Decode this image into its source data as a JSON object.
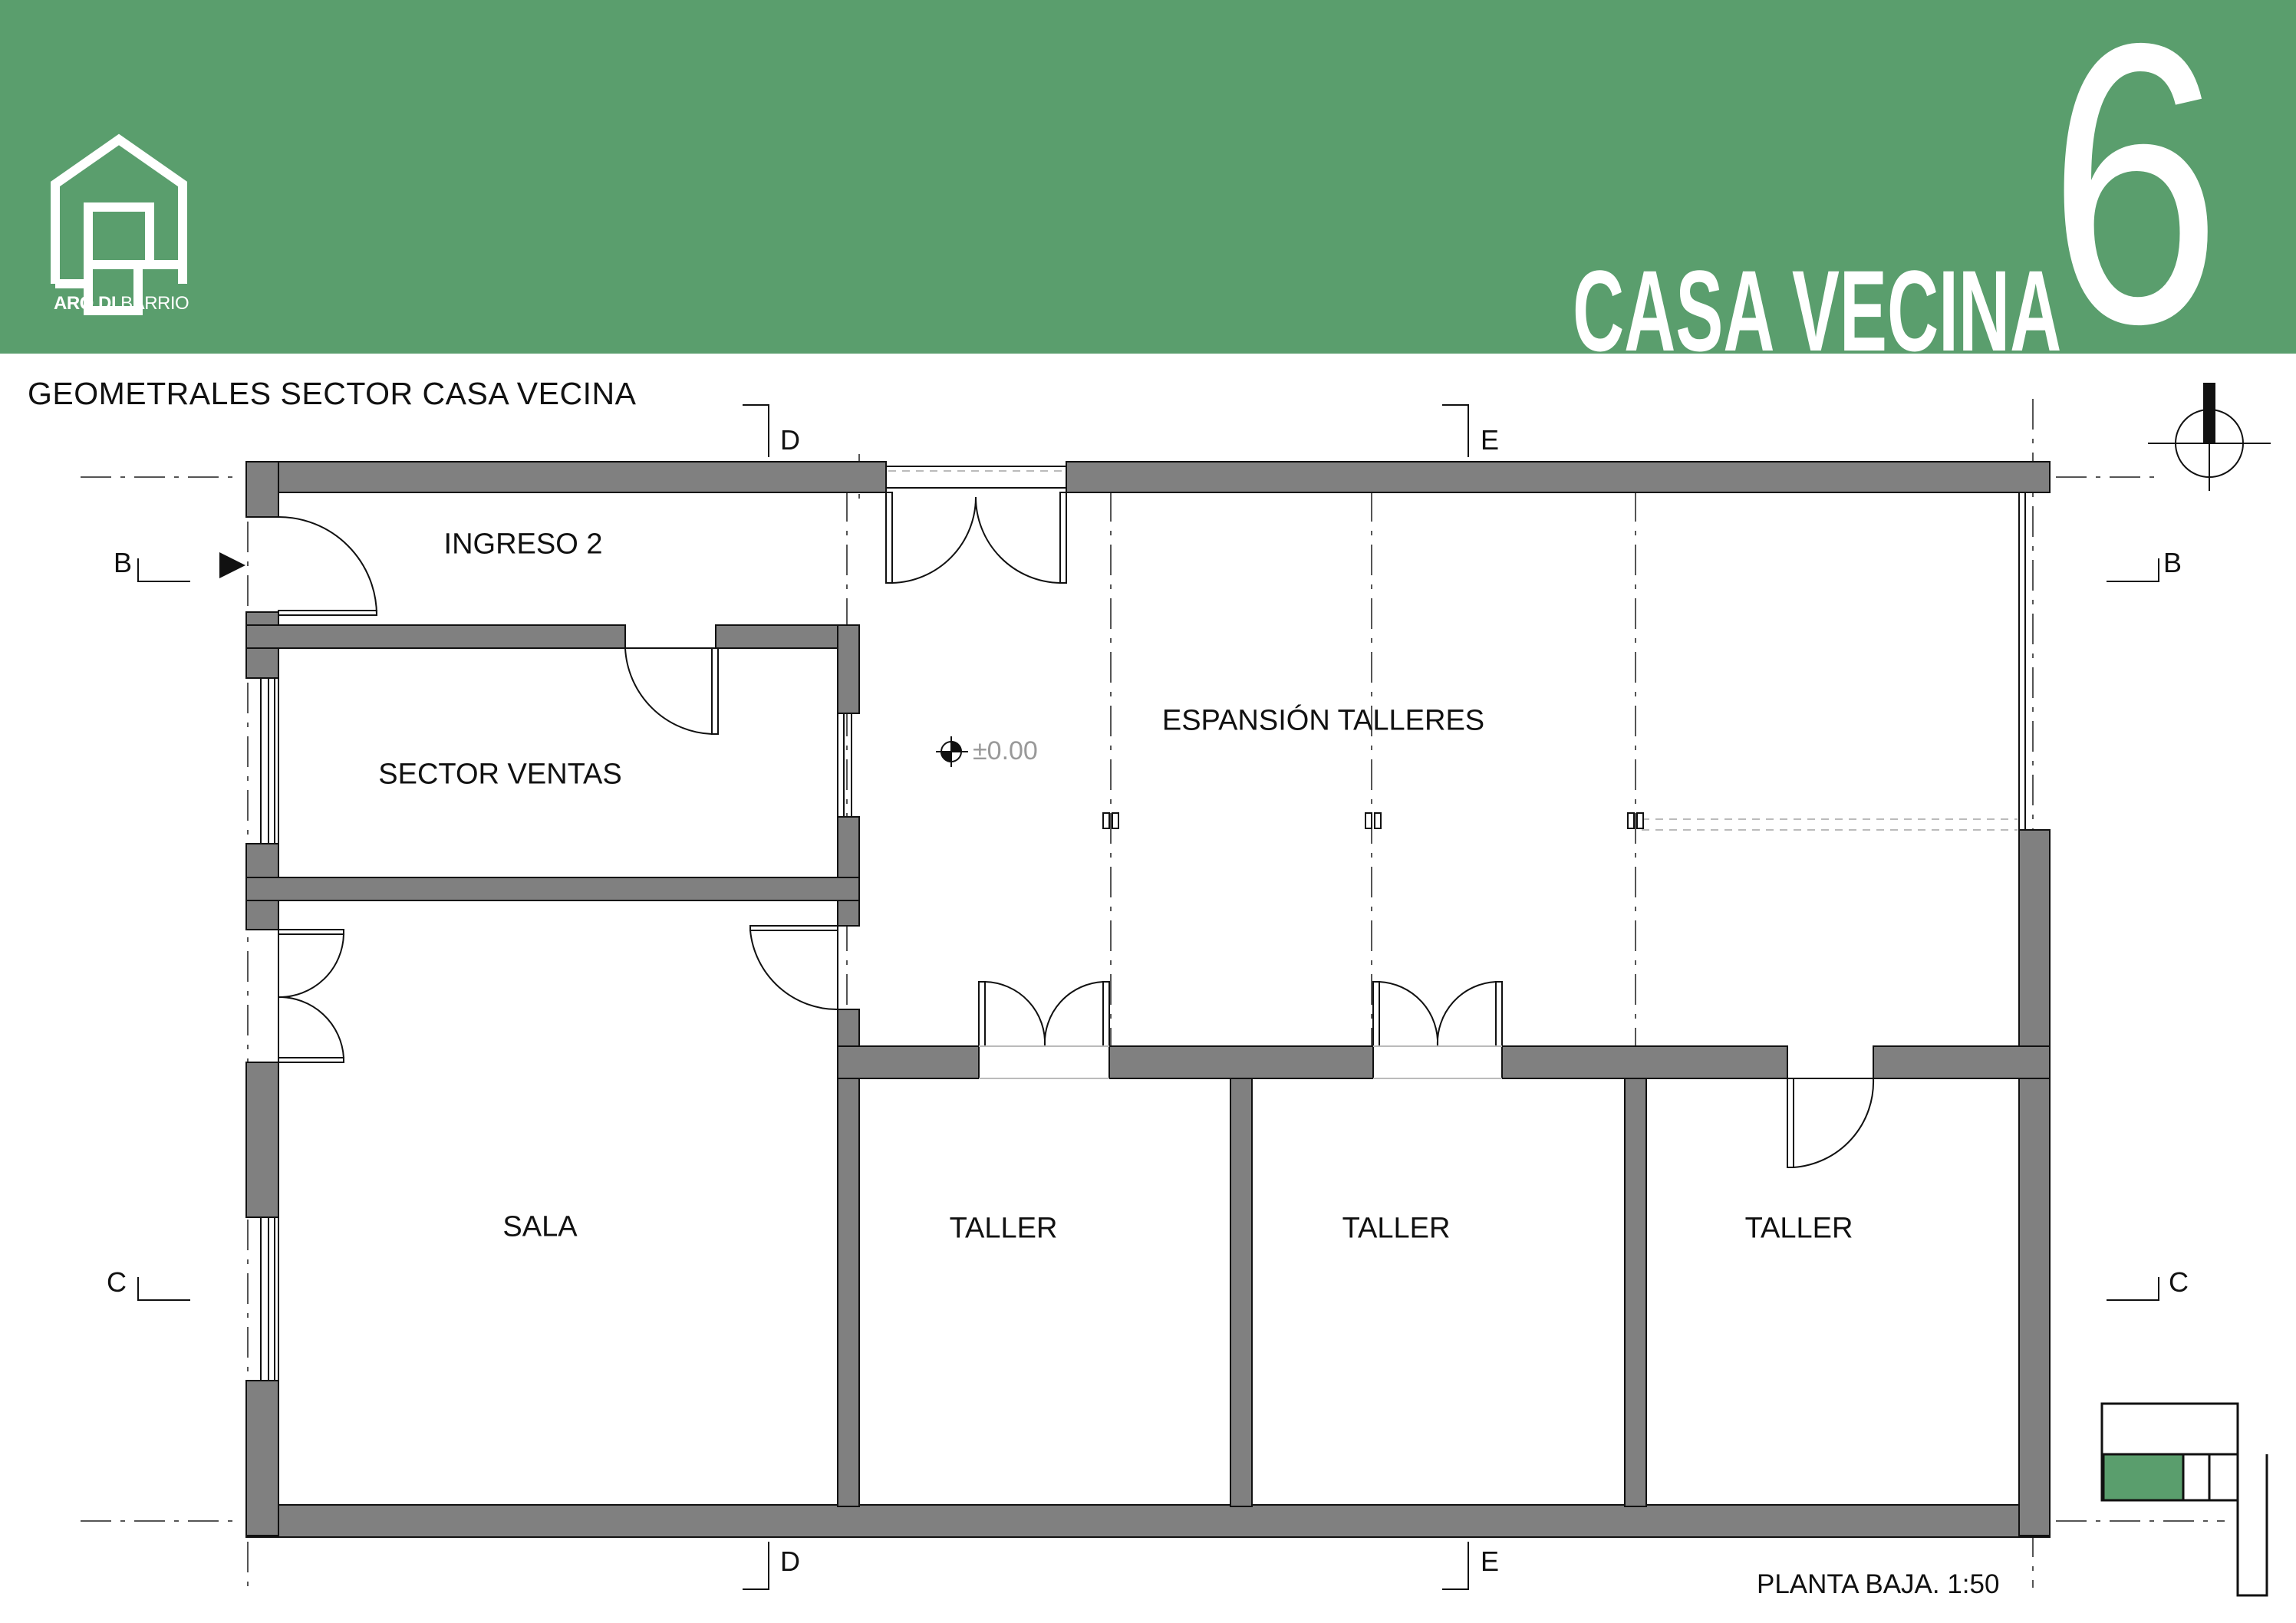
{
  "header": {
    "logo_text_bold": "ARQ DI",
    "logo_text_thin": "BARRIO",
    "title": "CASA VECINA",
    "number": "6",
    "background_color": "#5a9e6d"
  },
  "sheet_title": "GEOMETRALES SECTOR CASA VECINA",
  "rooms": {
    "ingreso": "INGRESO 2",
    "ventas": "SECTOR VENTAS",
    "expansion": "ESPANSIÓN TALLERES",
    "sala": "SALA",
    "taller_1": "TALLER",
    "taller_2": "TALLER",
    "taller_3": "TALLER"
  },
  "level_marker": "±0.00",
  "section_marks": {
    "d_top": "D",
    "d_bottom": "D",
    "e_top": "E",
    "e_bottom": "E",
    "b_left": "B",
    "b_right": "B",
    "c_left": "C",
    "c_right": "C"
  },
  "scale_label": "PLANTA BAJA. 1:50",
  "colors": {
    "wall": "#808080",
    "accent": "#5a9e6d",
    "line": "#111111"
  }
}
